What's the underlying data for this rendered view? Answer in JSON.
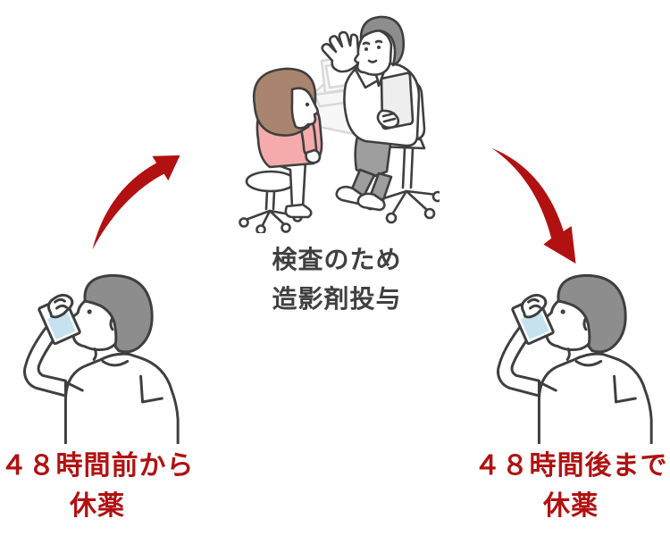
{
  "page": {
    "background": "#ffffff"
  },
  "colors": {
    "accent_red": "#b11111",
    "outline_ink": "#3f3f3f",
    "hair_gray": "#8d8d8d",
    "hair_brown": "#a9846e",
    "top_pink": "#f5abab",
    "water_blue": "#c6e1ef",
    "pants_gray": "#9e9e9e",
    "desk_light_gray": "#d9d9d9"
  },
  "center_step": {
    "illustration": "doctor-patient-consultation-illustration",
    "caption_line1": "検査のため",
    "caption_line2": "造影剤投与"
  },
  "left_step": {
    "illustration": "man-drinking-medicine-illustration",
    "label_line1": "４８時間前から",
    "label_line2": "休薬"
  },
  "right_step": {
    "illustration": "man-drinking-medicine-illustration",
    "label_line1": "４８時間後まで",
    "label_line2": "休薬"
  },
  "arrows": {
    "left": "curved-arrow-up-right-icon",
    "right": "curved-arrow-down-right-icon"
  }
}
